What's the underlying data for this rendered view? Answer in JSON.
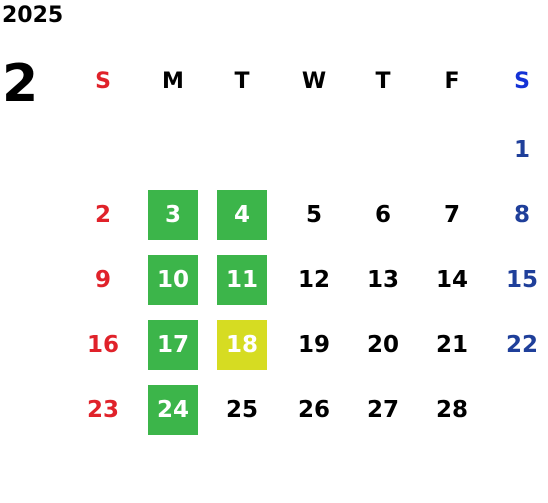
{
  "calendar": {
    "year": "2025",
    "month": "2",
    "weekdays": [
      "S",
      "M",
      "T",
      "W",
      "T",
      "F",
      "S"
    ],
    "weeks": [
      [
        "",
        "",
        "",
        "",
        "",
        "",
        "1"
      ],
      [
        "2",
        "3",
        "4",
        "5",
        "6",
        "7",
        "8"
      ],
      [
        "9",
        "10",
        "11",
        "12",
        "13",
        "14",
        "15"
      ],
      [
        "16",
        "17",
        "18",
        "19",
        "20",
        "21",
        "22"
      ],
      [
        "23",
        "24",
        "25",
        "26",
        "27",
        "28",
        ""
      ]
    ],
    "highlight_green_days": [
      "3",
      "4",
      "10",
      "11",
      "17",
      "24"
    ],
    "highlight_yellow_days": [
      "18"
    ]
  },
  "colors": {
    "sunday": "#e0222a",
    "saturday": "#1f3f9a",
    "saturday_header": "#1432d6",
    "green": "#3cb54a",
    "yellow": "#d6dc22"
  }
}
